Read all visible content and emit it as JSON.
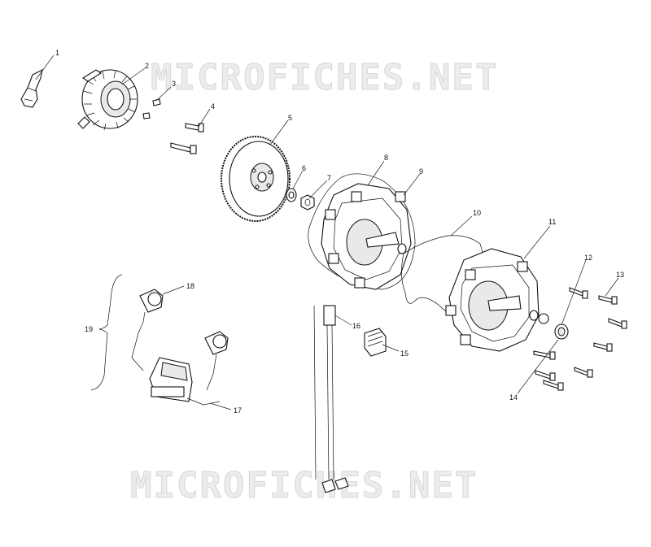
{
  "watermark": {
    "text": "MICROFICHES.NET"
  },
  "callouts": [
    {
      "id": "c1",
      "text": "1"
    },
    {
      "id": "c2",
      "text": "2"
    },
    {
      "id": "c3",
      "text": "3"
    },
    {
      "id": "c4",
      "text": "4"
    },
    {
      "id": "c5",
      "text": "5"
    },
    {
      "id": "c6",
      "text": "6"
    },
    {
      "id": "c7",
      "text": "7"
    },
    {
      "id": "c8",
      "text": "8"
    },
    {
      "id": "c9",
      "text": "9"
    },
    {
      "id": "c10",
      "text": "10"
    },
    {
      "id": "c11",
      "text": "11"
    },
    {
      "id": "c12",
      "text": "12"
    },
    {
      "id": "c13",
      "text": "13"
    },
    {
      "id": "c14",
      "text": "14"
    },
    {
      "id": "c15",
      "text": "15"
    },
    {
      "id": "c16",
      "text": "16"
    },
    {
      "id": "c17",
      "text": "17"
    },
    {
      "id": "c18",
      "text": "18"
    },
    {
      "id": "c19",
      "text": "19"
    }
  ],
  "colors": {
    "line": "#111111",
    "watermark": "#d6d6d6"
  }
}
